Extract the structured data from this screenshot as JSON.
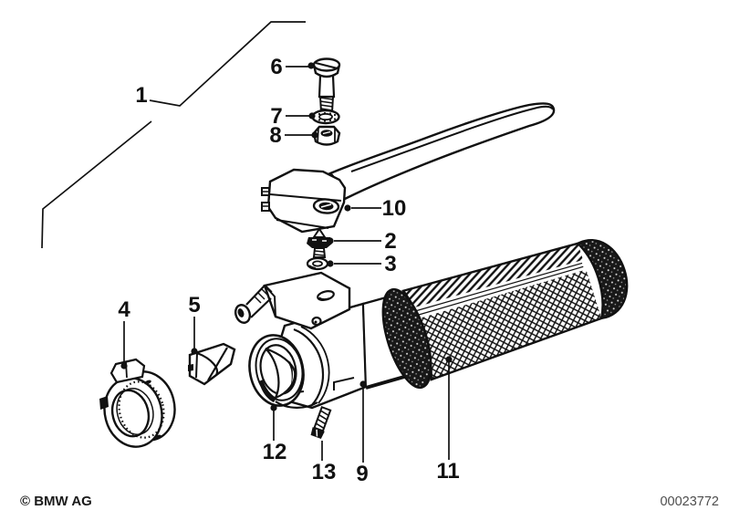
{
  "diagram": {
    "copyright": "© BMW AG",
    "diagram_id": "00023772",
    "colors": {
      "background": "#ffffff",
      "line": "#111111",
      "id_text": "#4d4d4d"
    },
    "callouts": [
      {
        "label": "1"
      },
      {
        "label": "2"
      },
      {
        "label": "3"
      },
      {
        "label": "4"
      },
      {
        "label": "5"
      },
      {
        "label": "6"
      },
      {
        "label": "7"
      },
      {
        "label": "8"
      },
      {
        "label": "9"
      },
      {
        "label": "10"
      },
      {
        "label": "11"
      },
      {
        "label": "12"
      },
      {
        "label": "13"
      }
    ]
  }
}
